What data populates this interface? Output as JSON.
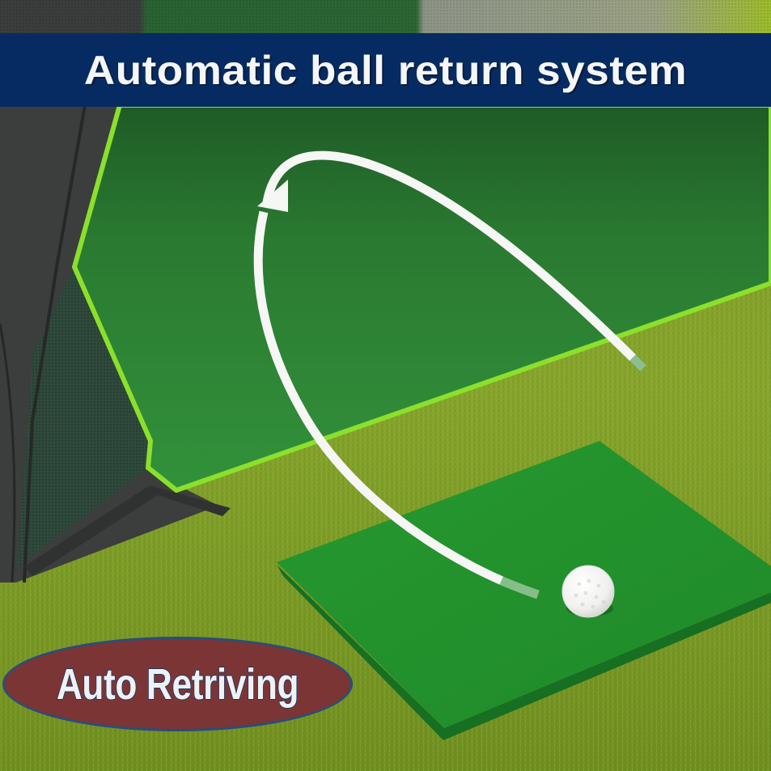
{
  "banner": {
    "title": "Automatic ball return system"
  },
  "badge": {
    "label": "Auto Retriving"
  },
  "illustration": {
    "subject": "golf practice net with automatic ball return",
    "elements": [
      "practice-net",
      "return-ramp",
      "hitting-mat",
      "golf-ball",
      "return-arrow"
    ],
    "icons": {
      "return_arrow": "curved-arrow-icon",
      "ball": "golf-ball-icon"
    }
  },
  "colors": {
    "banner_bg": "#062b62",
    "banner_text": "#f4f6f8",
    "badge_bg": "#7c3535",
    "badge_border": "#2a4d7c",
    "ramp_green": "#2e8a36",
    "ramp_edge": "#8be02c",
    "mat_green": "#23902f",
    "grass": "#7a9a28",
    "net_frame": "#3f4240"
  }
}
